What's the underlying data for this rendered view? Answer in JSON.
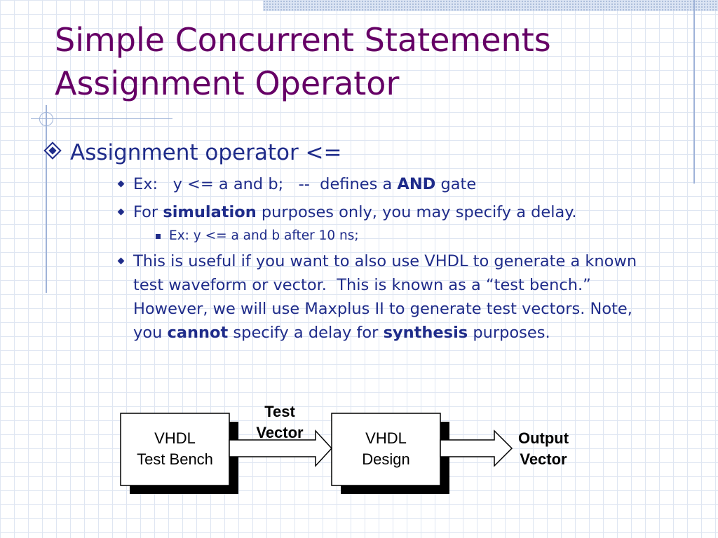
{
  "slide": {
    "title_line1": "Simple Concurrent Statements",
    "title_line2": "Assignment Operator"
  },
  "bullets": {
    "main": "Assignment operator  <=",
    "ex1_prefix": "Ex:   y <= a and b;   --  defines a ",
    "ex1_bold": "AND",
    "ex1_suffix": " gate",
    "sim_prefix": "For ",
    "sim_bold": "simulation",
    "sim_suffix": " purposes only, you may specify a delay.",
    "sim_example": "Ex: y <= a and b after 10 ns;",
    "note_line1": "This is useful if you want to also use VHDL to generate a known",
    "note_line2": "test waveform or vector.  This is known as a “test bench.”",
    "note_line3": "However, we will use Maxplus II to generate test vectors. Note,",
    "note_line4_prefix": "you ",
    "note_line4_bold1": "cannot",
    "note_line4_mid": " specify a delay for ",
    "note_line4_bold2": "synthesis",
    "note_line4_suffix": " purposes."
  },
  "diagram": {
    "box1_line1": "VHDL",
    "box1_line2": "Test Bench",
    "arrow1_line1": "Test",
    "arrow1_line2": "Vector",
    "box2_line1": "VHDL",
    "box2_line2": "Design",
    "arrow2_line1": "Output",
    "arrow2_line2": "Vector"
  },
  "colors": {
    "title": "#660066",
    "body_text": "#1f2c8a",
    "grid": "#dfe6f2",
    "accent_lines": "#9fb3d8"
  }
}
